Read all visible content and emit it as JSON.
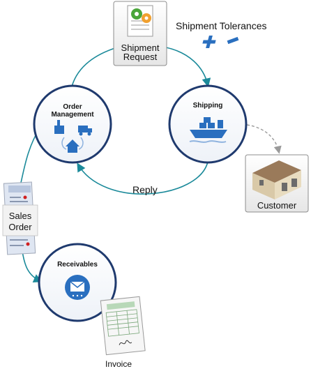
{
  "nodes": {
    "shipment_request": {
      "line1": "Shipment",
      "line2": "Request"
    },
    "shipment_tolerances": {
      "label": "Shipment Tolerances"
    },
    "order_management": {
      "line1": "Order",
      "line2": "Management"
    },
    "shipping": {
      "label": "Shipping"
    },
    "customer": {
      "label": "Customer"
    },
    "sales_order": {
      "line1": "Sales",
      "line2": "Order"
    },
    "receivables": {
      "label": "Receivables"
    },
    "invoice": {
      "label": "Invoice"
    }
  },
  "edges": {
    "reply": {
      "label": "Reply"
    }
  },
  "colors": {
    "flow": "#1b8a9a",
    "circle_border": "#1f3a6e",
    "icon_blue": "#2a6fbf",
    "dashed": "#9a9a9a"
  },
  "icons": [
    "gear-document-icon",
    "plus-icon",
    "minus-icon",
    "factory-truck-home-icon",
    "cargo-ship-icon",
    "warehouse-icon",
    "sales-order-document-icon",
    "envelope-icon",
    "invoice-document-icon"
  ]
}
